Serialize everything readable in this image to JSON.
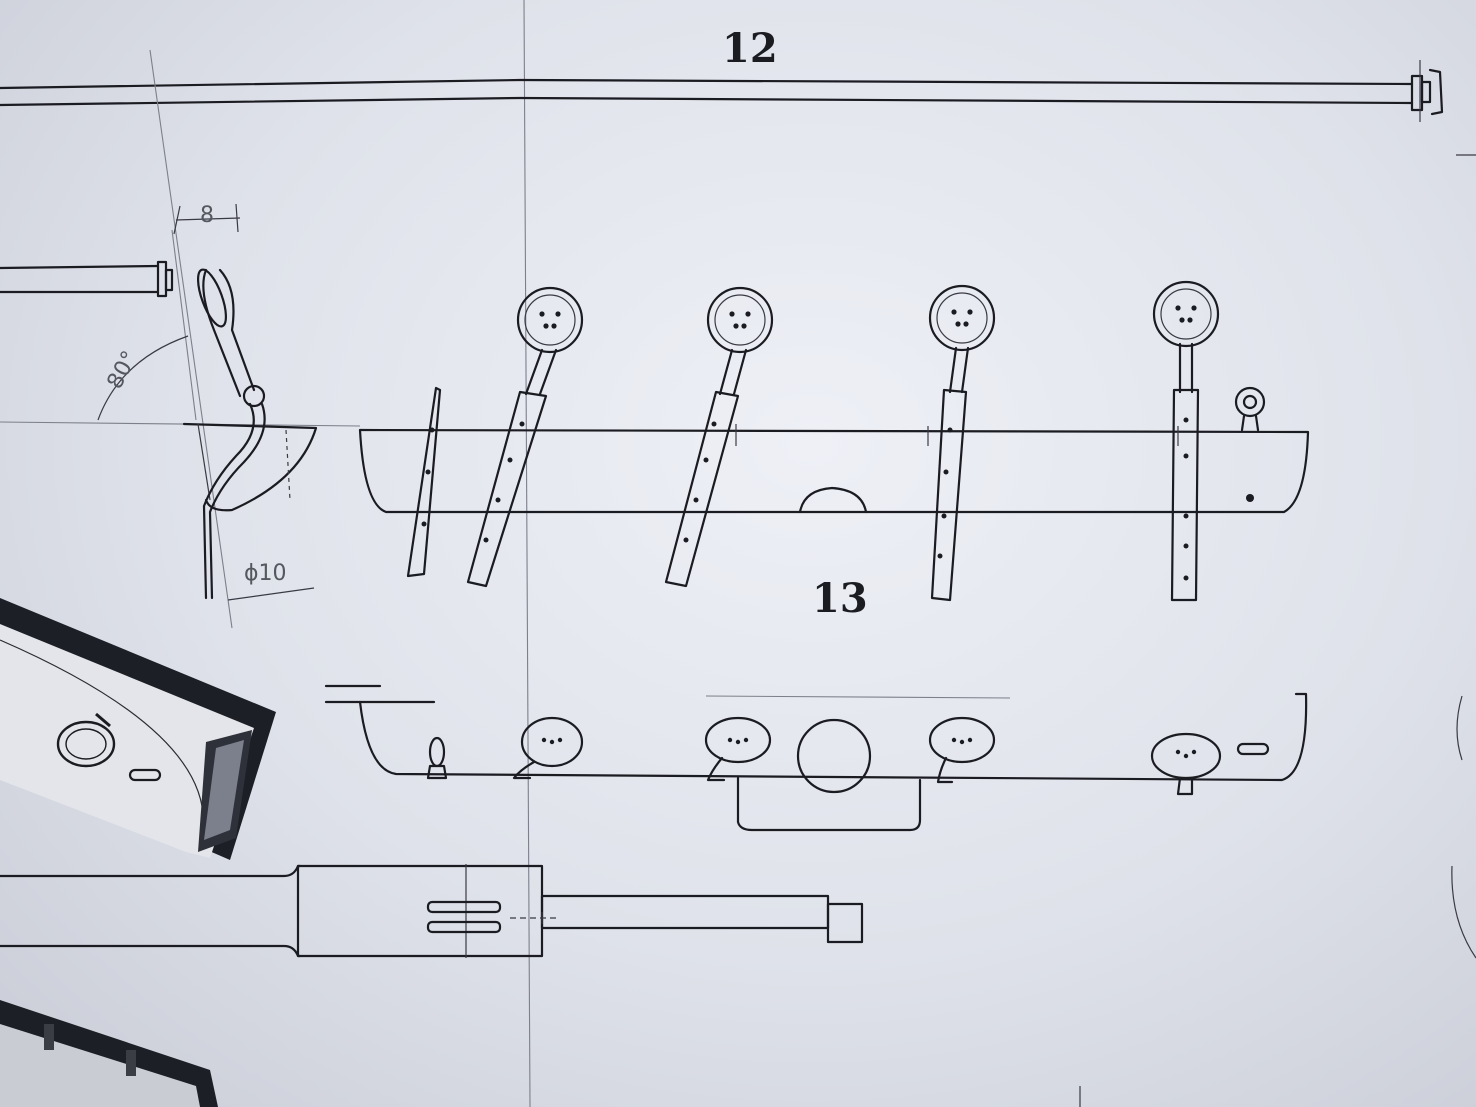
{
  "labels": {
    "figure_12": "12",
    "figure_13": "13",
    "dim_width": "8",
    "dim_angle": "80°",
    "dim_diameter": "ϕ10"
  }
}
